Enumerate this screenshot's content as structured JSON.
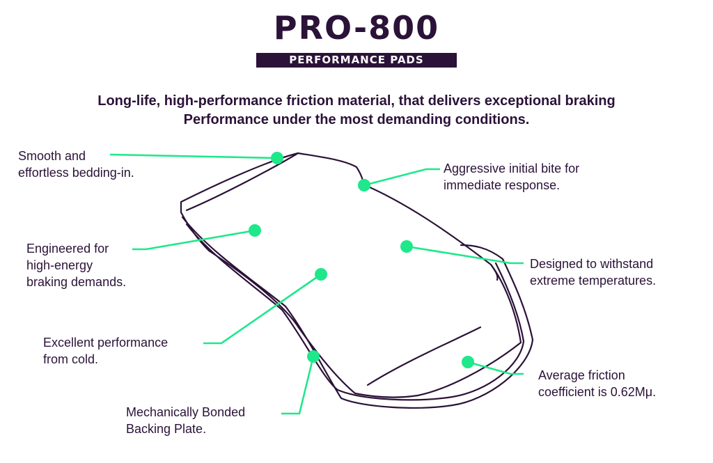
{
  "header": {
    "title": "PRO-800",
    "badge": "PERFORMANCE PADS"
  },
  "tagline": {
    "line1": "Long-life, high-performance friction material, that delivers exceptional braking",
    "line2": "Performance under the most demanding conditions."
  },
  "callouts": {
    "bedding": {
      "line1": "Smooth and",
      "line2": "effortless bedding-in."
    },
    "bite": {
      "line1": "Aggressive initial bite for",
      "line2": "immediate response."
    },
    "engineered": {
      "line1": "Engineered for",
      "line2": "high-energy",
      "line3": "braking demands."
    },
    "temperature": {
      "line1": "Designed to withstand",
      "line2": "extreme temperatures."
    },
    "cold": {
      "line1": "Excellent performance",
      "line2": "from cold."
    },
    "friction": {
      "line1": "Average friction",
      "line2": "coefficient is 0.62Mμ."
    },
    "backing": {
      "line1": "Mechanically Bonded",
      "line2": "Backing Plate."
    }
  },
  "colors": {
    "ink": "#2b1238",
    "accent": "#1ee88a"
  }
}
